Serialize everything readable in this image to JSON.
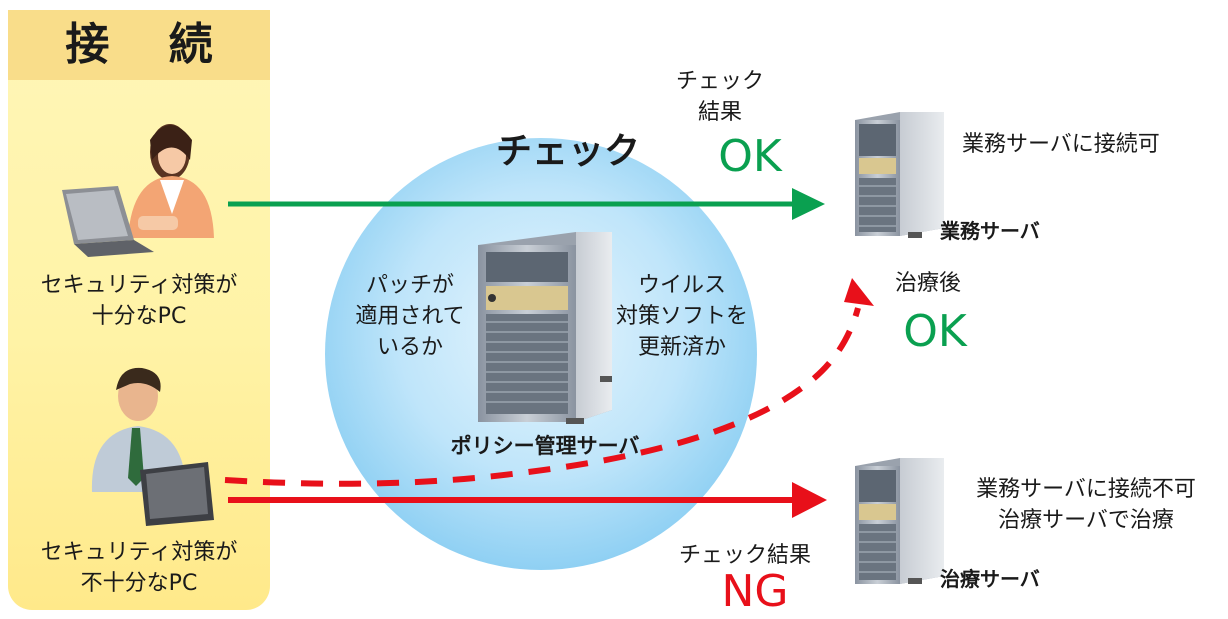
{
  "left_panel": {
    "header": "接 続",
    "pc_ok_label": [
      "セキュリティ対策が",
      "十分なPC"
    ],
    "pc_ng_label": [
      "セキュリティ対策が",
      "不十分なPC"
    ]
  },
  "center": {
    "title": "チェック",
    "left_check": [
      "パッチが",
      "適用されて",
      "いるか"
    ],
    "right_check": [
      "ウイルス",
      "対策ソフトを",
      "更新済か"
    ],
    "server_label": "ポリシー管理サーバ"
  },
  "top_result": {
    "label": [
      "チェック",
      "結果"
    ],
    "value": "OK"
  },
  "business_server": {
    "label": "業務サーバ",
    "note": "業務サーバに接続可"
  },
  "after_treatment": {
    "label": "治療後",
    "value": "OK"
  },
  "bottom_result": {
    "label": "チェック結果",
    "value": "NG"
  },
  "treatment_server": {
    "label": "治療サーバ",
    "note": [
      "業務サーバに接続不可",
      "治療サーバで治療"
    ]
  },
  "colors": {
    "panel": "#fff3a6",
    "header": "#f9dd8a",
    "green_arrow": "#0aa050",
    "red_arrow": "#e8101a",
    "circle": "#aeddf7"
  }
}
